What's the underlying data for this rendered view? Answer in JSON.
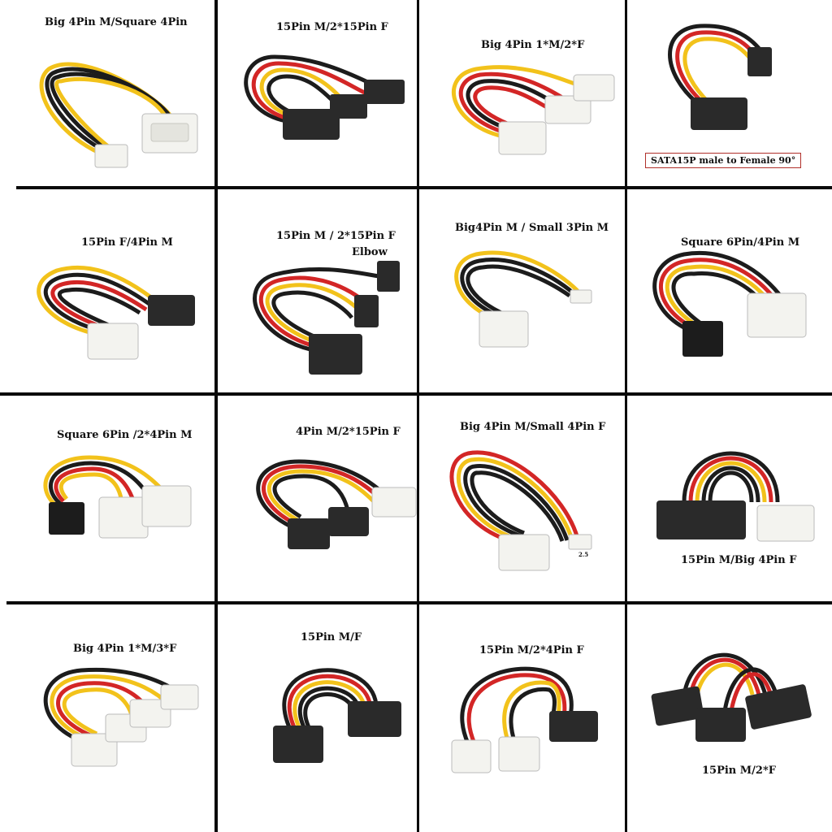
{
  "colors": {
    "black": "#1c1c1c",
    "red": "#d32626",
    "yellow": "#f2c21b",
    "molex": "#f3f3ef",
    "sata": "#2a2a2a",
    "frame": "#0a0a0a"
  },
  "cells": [
    {
      "id": "c1",
      "label": "Big 4Pin M/Square 4Pin",
      "pic": "molex-square4"
    },
    {
      "id": "c2",
      "label": "15Pin M/2*15Pin F",
      "pic": "sata-2sata"
    },
    {
      "id": "c3",
      "label": "Big 4Pin 1*M/2*F",
      "pic": "molex-2molex"
    },
    {
      "id": "c4",
      "label": "SATA15P male to Female 90°",
      "pic": "sata-90",
      "boxed": true
    },
    {
      "id": "c5",
      "label": "15Pin F/4Pin M",
      "pic": "sataf-molex"
    },
    {
      "id": "c6",
      "label": "15Pin M / 2*15Pin F",
      "label2": "Elbow",
      "pic": "sata-2elbow"
    },
    {
      "id": "c7",
      "label": "Big4Pin M / Small 3Pin M",
      "pic": "molex-3pin"
    },
    {
      "id": "c8",
      "label": "Square 6Pin/4Pin M",
      "pic": "6pin-molex"
    },
    {
      "id": "c9",
      "label": "Square 6Pin /2*4Pin M",
      "pic": "6pin-2molex"
    },
    {
      "id": "c10",
      "label": "4Pin M/2*15Pin F",
      "pic": "molex-2sata"
    },
    {
      "id": "c11",
      "label": "Big 4Pin M/Small 4Pin F",
      "label2": "2.5",
      "pic": "molex-small4"
    },
    {
      "id": "c12",
      "label": "15Pin M/Big 4Pin F",
      "pic": "sata-molex"
    },
    {
      "id": "c13",
      "label": "Big 4Pin 1*M/3*F",
      "pic": "molex-3molex"
    },
    {
      "id": "c14",
      "label": "15Pin M/F",
      "pic": "sata-sataf"
    },
    {
      "id": "c15",
      "label": "15Pin M/2*4Pin F",
      "pic": "sata-2molex"
    },
    {
      "id": "c16",
      "label": "15Pin M/2*F",
      "pic": "sata-2f"
    }
  ]
}
